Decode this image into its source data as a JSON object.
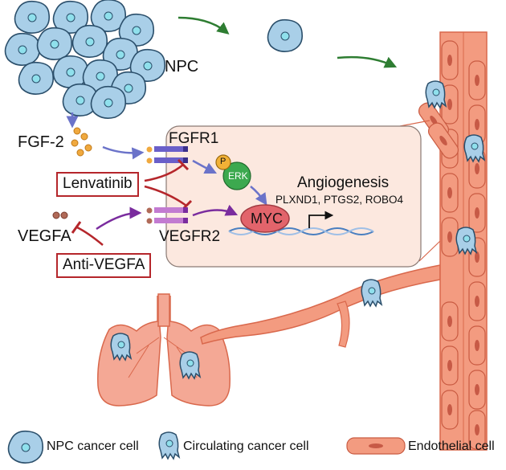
{
  "labels": {
    "npc": "NPC",
    "fgf2": "FGF-2",
    "fgfr1": "FGFR1",
    "erk": "ERK",
    "phospho": "P",
    "lenvatinib": "Lenvatinib",
    "vegfa": "VEGFA",
    "vegfr2": "VEGFR2",
    "anti_vegfa": "Anti-VEGFA",
    "myc": "MYC",
    "angiogenesis": "Angiogenesis",
    "genes": "PLXND1, PTGS2, ROBO4"
  },
  "legend": [
    {
      "icon": "npc-cancer-cell-icon",
      "label": "NPC cancer cell"
    },
    {
      "icon": "circulating-cancer-cell-icon",
      "label": "Circulating cancer cell"
    },
    {
      "icon": "endothelial-cell-icon",
      "label": "Endothelial cell"
    }
  ],
  "colors": {
    "cell_fill": "#a9cfe8",
    "cell_stroke": "#2b4f6b",
    "nucleus": "#8fe0ec",
    "vessel": "#f39b80",
    "vessel_stroke": "#d9684c",
    "panel_fill": "#fce8df",
    "inhibit": "#b5262b",
    "arrow_green": "#2e7d32",
    "arrow_blue": "#6b73c9",
    "arrow_purple": "#7a2c9e",
    "fgf_dot": "#f0a93e",
    "vegf_dot": "#b06a58",
    "erk": "#3ca94f",
    "myc": "#e2646b",
    "lung": "#f4a895"
  }
}
